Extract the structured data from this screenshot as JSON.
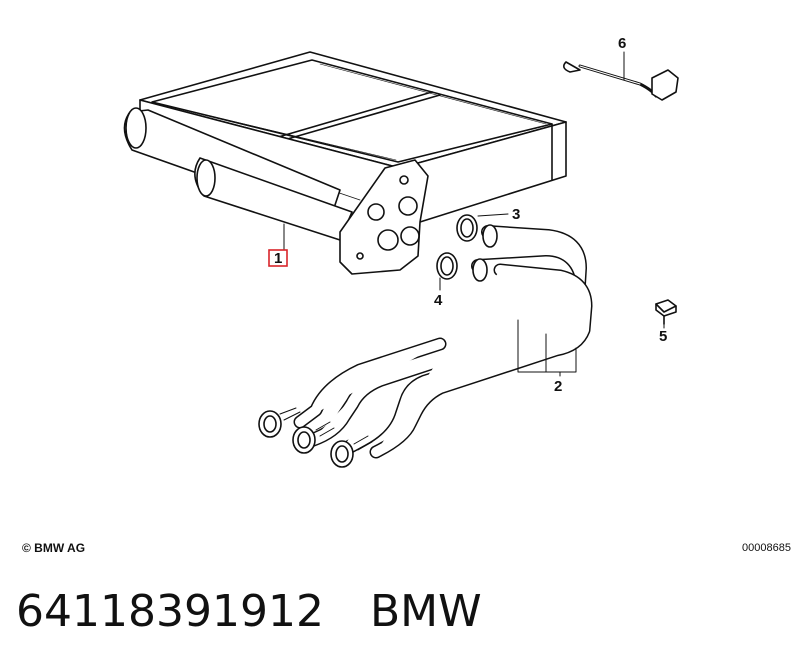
{
  "diagram": {
    "callouts": [
      {
        "id": "1",
        "label": "1"
      },
      {
        "id": "2",
        "label": "2"
      },
      {
        "id": "3",
        "label": "3"
      },
      {
        "id": "4",
        "label": "4"
      },
      {
        "id": "5",
        "label": "5"
      },
      {
        "id": "6",
        "label": "6"
      }
    ],
    "highlight_color": "#d9242a"
  },
  "copyright": "© BMW AG",
  "reference_number": "00008685",
  "part_number": "64118391912",
  "brand": "BMW"
}
